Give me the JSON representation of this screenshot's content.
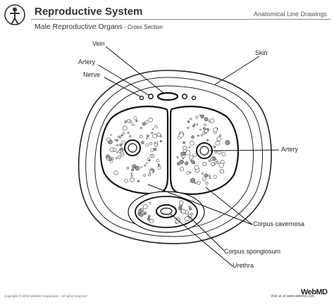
{
  "header": {
    "title": "Reproductive System",
    "subtitle_main": "Male Reproductive Organs",
    "subtitle_sub": " - Cross Section",
    "series_label": "Anatomical Line Drawings",
    "icon": "anatomy-figure-icon"
  },
  "labels": {
    "vein": "Vein",
    "artery_left": "Artery",
    "nerve": "Nerve",
    "skin": "Skin",
    "artery_right": "Artery",
    "corpus_cavernosa": "Corpus cavernosa",
    "corpus_spongiosum": "Corpus spongiosum",
    "urethra": "Urethra"
  },
  "footer": {
    "copyright": "Copyright © 2005 WebMD Corporation - All rights reserved",
    "visit": "Visit us at www.webmd.com",
    "logo": "WebMD"
  }
}
